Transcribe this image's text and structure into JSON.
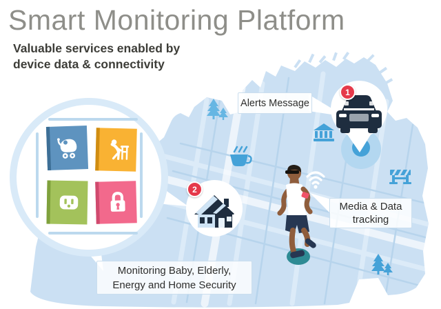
{
  "header": {
    "title": "Smart Monitoring Platform",
    "subtitle_line1": "Valuable services enabled by",
    "subtitle_line2": "device data & connectivity"
  },
  "callouts": {
    "alerts_label": "Alerts Message",
    "media_label_line1": "Media & Data",
    "media_label_line2": "tracking",
    "monitoring_label_line1": "Monitoring Baby, Elderly,",
    "monitoring_label_line2": "Energy and Home Security"
  },
  "badges": {
    "car_alert_count": "1",
    "home_alert_count": "2"
  },
  "services": [
    {
      "icon": "baby-stroller-icon",
      "tile_color": "#5e93bf"
    },
    {
      "icon": "elderly-walker-icon",
      "tile_color": "#f9b233"
    },
    {
      "icon": "power-outlet-icon",
      "tile_color": "#a3c25b"
    },
    {
      "icon": "padlock-icon",
      "tile_color": "#f2698c"
    }
  ],
  "map": {
    "icons": [
      "car-icon",
      "location-pin-icon",
      "house-icon",
      "runner-figure",
      "wifi-icon",
      "coffee-cup-icon",
      "bank-icon",
      "roadblock-icon",
      "pine-trees-icon"
    ],
    "colors": {
      "land": "#cbe0f3",
      "road_light": "#dcebf8",
      "road_thin": "#b7d4ec",
      "icon_blue": "#45a2d8",
      "pin_halo": "#b3d7f0",
      "navy": "#1e2d3f",
      "teal": "#2e8b94",
      "badge_red": "#e5394a",
      "skin": "#8f5d3c",
      "armband": "#ef5369",
      "ring_blue": "#d9eaf8"
    }
  }
}
